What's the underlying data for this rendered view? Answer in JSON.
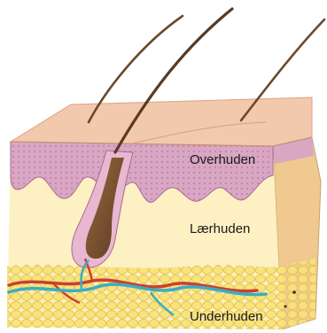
{
  "labels": {
    "epidermis": "Overhuden",
    "dermis": "Lærhuden",
    "hypodermis": "Underhuden"
  },
  "colors": {
    "top_surface": "#f2c9ad",
    "epidermis": "#d9a7c3",
    "dermis_front": "#fdf0c2",
    "dermis_side": "#efc98f",
    "fat": "#f7e07a",
    "hair": "#5a3a22",
    "artery": "#c9412e",
    "vein": "#3aaec2"
  }
}
